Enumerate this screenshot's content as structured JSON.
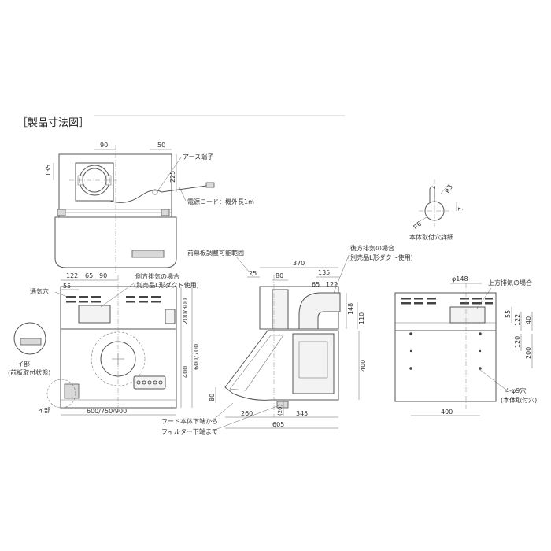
{
  "title": "［製品寸法図］",
  "front_top_view": {
    "dims": {
      "d90": "90",
      "d50": "50",
      "d135": "135",
      "d225": "225"
    },
    "labels": {
      "earth_terminal": "アース端子",
      "power_cord": "電源コード：機外長1m"
    }
  },
  "front_view": {
    "dims": {
      "d122": "122",
      "d65": "65",
      "d90": "90",
      "d55": "55",
      "d200_300": "200/300",
      "d600_700": "600/700",
      "d400": "400",
      "width": "600/750/900"
    },
    "labels": {
      "vent_hole": "通気穴",
      "side_exhaust_1": "側方排気の場合",
      "side_exhaust_2": "(別売品L形ダクト使用)",
      "i_part": "イ部",
      "i_part_detail_1": "イ部",
      "i_part_detail_2": "(前板取付状態)"
    }
  },
  "side_view": {
    "dims": {
      "d25": "25",
      "d370": "370",
      "d80": "80",
      "d135": "135",
      "d65": "65",
      "d122": "122",
      "d148": "148",
      "d110": "110",
      "d400": "400",
      "d80b": "80",
      "d20": "(20)",
      "d260": "260",
      "d345": "345",
      "d605": "605"
    },
    "labels": {
      "front_panel_range": "前幕板調整可能範囲",
      "rear_exhaust_1": "後方排気の場合",
      "rear_exhaust_2": "(別売品L形ダクト使用)",
      "note_1": "フード本体下端から",
      "note_2": "フィルター下端まで"
    }
  },
  "rear_view": {
    "dims": {
      "phi148": "φ148",
      "d55": "55",
      "d122": "122",
      "d40": "40",
      "d120": "120",
      "d200": "200",
      "d400": "400"
    },
    "labels": {
      "top_exhaust": "上方排気の場合",
      "holes": "4-φ9穴",
      "holes_note": "(本体取付穴)"
    }
  },
  "hole_detail": {
    "dims": {
      "r3": "R3",
      "r6": "R6",
      "d7": "7"
    },
    "labels": {
      "caption": "本体取付穴詳細"
    }
  }
}
